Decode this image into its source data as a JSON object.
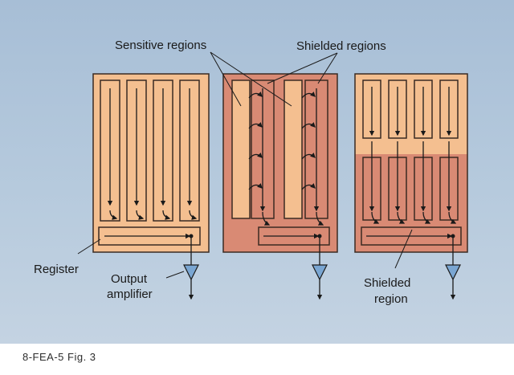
{
  "labels": {
    "sensitive_regions": "Sensitive regions",
    "shielded_regions": "Shielded regions",
    "register": "Register",
    "output_line1": "Output",
    "output_line2": "amplifier",
    "shielded_region_line1": "Shielded",
    "shielded_region_line2": "region"
  },
  "caption": "8-FEA-5  Fig. 3",
  "colors": {
    "background": "#b3c8dc",
    "sensitive": "#f4bf90",
    "shielded": "#d98a74",
    "stroke": "#3a2a22",
    "amplifier": "#7aa6d2"
  }
}
